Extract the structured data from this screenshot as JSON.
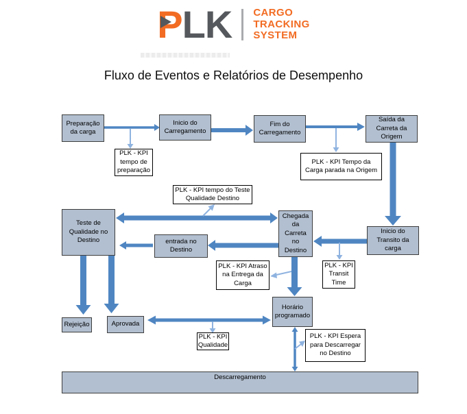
{
  "logo": {
    "brand_p": "P",
    "brand_lk": "LK",
    "product_lines": [
      "CARGO",
      "TRACKING",
      "SYSTEM"
    ]
  },
  "title": "Fluxo de Eventos e Relatórios de Desempenho",
  "colors": {
    "node_fill": "#B2BFD0",
    "node_border": "#3D3D3D",
    "kpi_fill": "#FFFFFF",
    "kpi_border": "#000000",
    "arrow_main": "#4F86C2",
    "arrow_light": "#8FB3E0",
    "brand_orange": "#F26C23",
    "brand_gray": "#55585C"
  },
  "nodes": {
    "preparacao": {
      "label": "Preparação da carga"
    },
    "inicio_carregamento": {
      "label": "Inicio do Carregamento"
    },
    "fim_carregamento": {
      "label": "Fim do Carregamento"
    },
    "saida_carreta": {
      "label": "Saída da Carreta da Origem"
    },
    "teste_qualidade": {
      "label": "Teste de Qualidade no Destino"
    },
    "entrada_destino": {
      "label": "entrada no Destino"
    },
    "chegada_carreta": {
      "label": "Chegada da Carreta no Destino"
    },
    "inicio_transito": {
      "label": "Inicio do Transito da carga"
    },
    "rejeicao": {
      "label": "Rejeição"
    },
    "aprovada": {
      "label": "Aprovada"
    },
    "horario_programado": {
      "label": "Horário programado"
    },
    "descarregamento": {
      "label": "Descarregamento"
    }
  },
  "kpis": {
    "tempo_preparacao": {
      "label": "PLK - KPI tempo de preparação"
    },
    "tempo_parada_origem": {
      "label": "PLK - KPI Tempo da Carga parada na Origem"
    },
    "tempo_teste_qualidade": {
      "label": "PLK - KPI tempo do Teste Qualidade Destino"
    },
    "atraso_entrega": {
      "label": "PLK - KPI Atraso na Entrega da Carga"
    },
    "transit_time": {
      "label": "PLK - KPI Transit Time"
    },
    "qualidade": {
      "label": "PLK - KPI Qualidade"
    },
    "espera_descarregar": {
      "label": "PLK - KPI Espera para Descarregar no Destino"
    }
  },
  "edges": [
    {
      "from": "preparacao",
      "to": "inicio_carregamento",
      "bidirectional": false
    },
    {
      "from": "preparacao_inicio_flow",
      "to": "kpi_tempo_preparacao",
      "branch": true
    },
    {
      "from": "inicio_carregamento",
      "to": "fim_carregamento",
      "bidirectional": false
    },
    {
      "from": "fim_carregamento",
      "to": "saida_carreta",
      "bidirectional": false
    },
    {
      "from": "fim_saida_flow",
      "to": "kpi_tempo_parada_origem",
      "branch": true
    },
    {
      "from": "saida_carreta",
      "to": "inicio_transito",
      "bidirectional": false
    },
    {
      "from": "inicio_transito",
      "to": "chegada_carreta",
      "bidirectional": false
    },
    {
      "from": "transito_chegada_flow",
      "to": "kpi_transit_time",
      "branch": true
    },
    {
      "from": "teste_qualidade",
      "to": "chegada_carreta",
      "bidirectional": true
    },
    {
      "from": "teste_chegada_flow",
      "to": "kpi_tempo_teste_qualidade",
      "branch": true
    },
    {
      "from": "chegada_carreta",
      "to": "entrada_destino",
      "bidirectional": false
    },
    {
      "from": "entrada_destino",
      "to": "teste_qualidade",
      "bidirectional": false
    },
    {
      "from": "teste_qualidade",
      "to": "rejeicao",
      "bidirectional": false
    },
    {
      "from": "teste_qualidade",
      "to": "aprovada",
      "bidirectional": false
    },
    {
      "from": "aprovada",
      "to": "horario_programado",
      "bidirectional": true
    },
    {
      "from": "aprovada_horario_flow",
      "to": "kpi_qualidade",
      "branch": true
    },
    {
      "from": "chegada_carreta",
      "to": "horario_programado",
      "bidirectional": false
    },
    {
      "from": "chegada_horario_flow",
      "to": "kpi_atraso_entrega",
      "branch": true
    },
    {
      "from": "horario_programado",
      "to": "descarregamento",
      "bidirectional": true
    },
    {
      "from": "horario_descarr_flow",
      "to": "kpi_espera_descarregar",
      "branch": true
    }
  ]
}
